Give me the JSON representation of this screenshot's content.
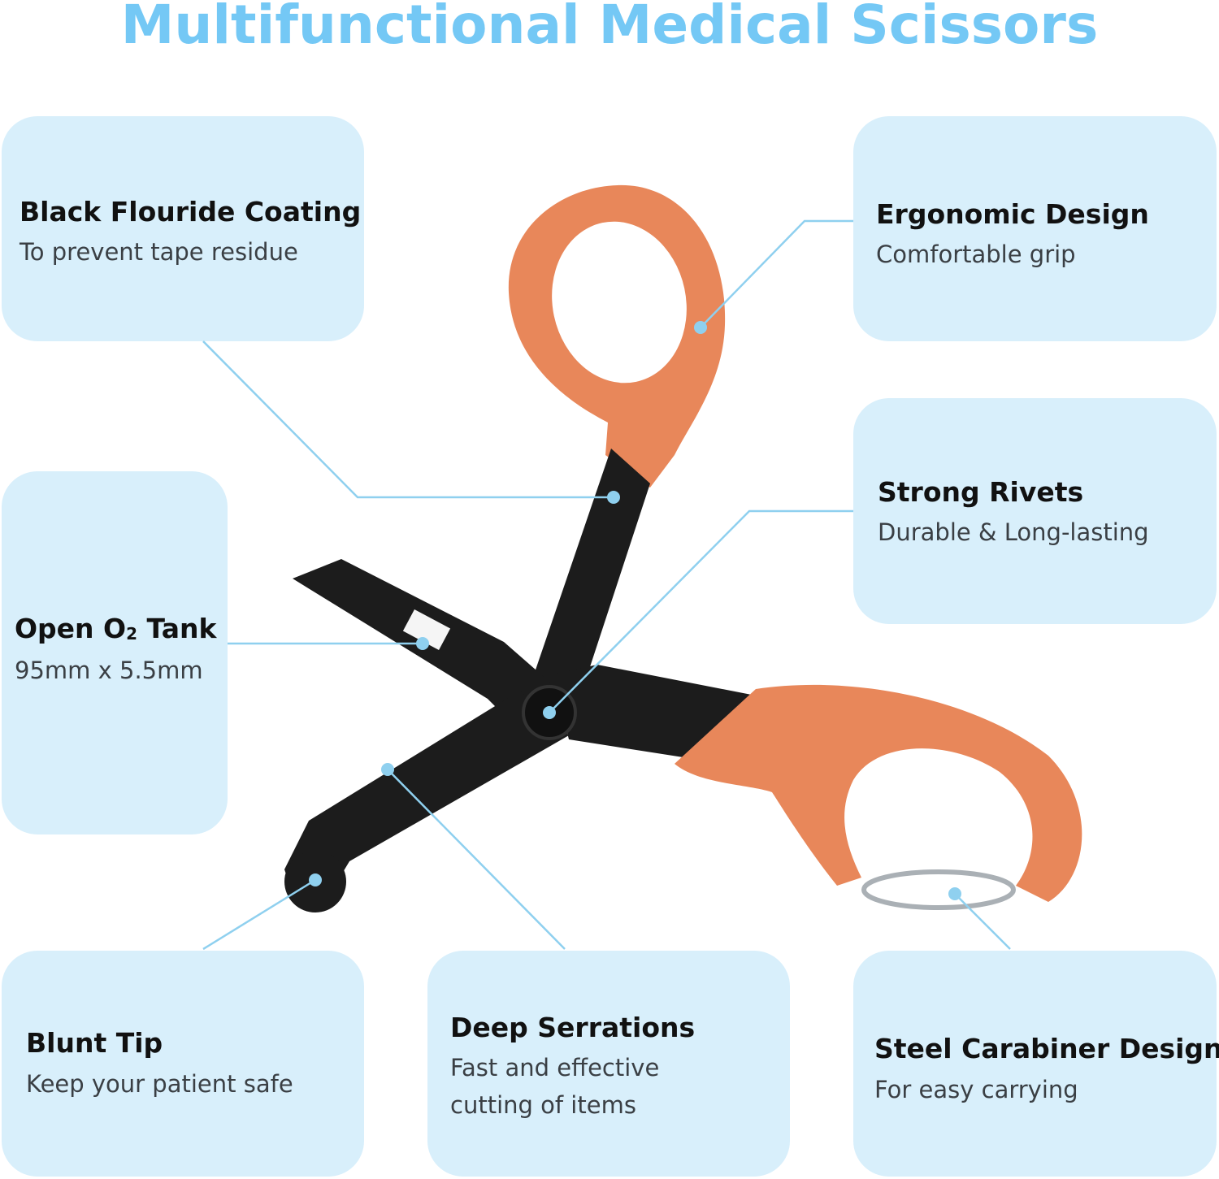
{
  "title": "Multifunctional Medical Scissors",
  "colors": {
    "accent": "#74c8f5",
    "box": "#d8effb",
    "handle": "#e8875a",
    "blade": "#1c1c1c"
  },
  "features": [
    {
      "title": "Black Flouride Coating",
      "subtitle": "To prevent tape residue"
    },
    {
      "title": "Ergonomic Design",
      "subtitle": "Comfortable grip"
    },
    {
      "title": "Strong Rivets",
      "subtitle": "Durable & Long-lasting"
    },
    {
      "title_pre": "Open O",
      "title_sub": "2",
      "title_post": " Tank",
      "subtitle": "95mm x 5.5mm"
    },
    {
      "title": "Blunt Tip",
      "subtitle": "Keep your patient safe"
    },
    {
      "title": "Deep Serrations",
      "subtitle_line1": "Fast and effective",
      "subtitle_line2": "cutting of items"
    },
    {
      "title": "Steel Carabiner Design",
      "subtitle": "For easy carrying"
    }
  ]
}
